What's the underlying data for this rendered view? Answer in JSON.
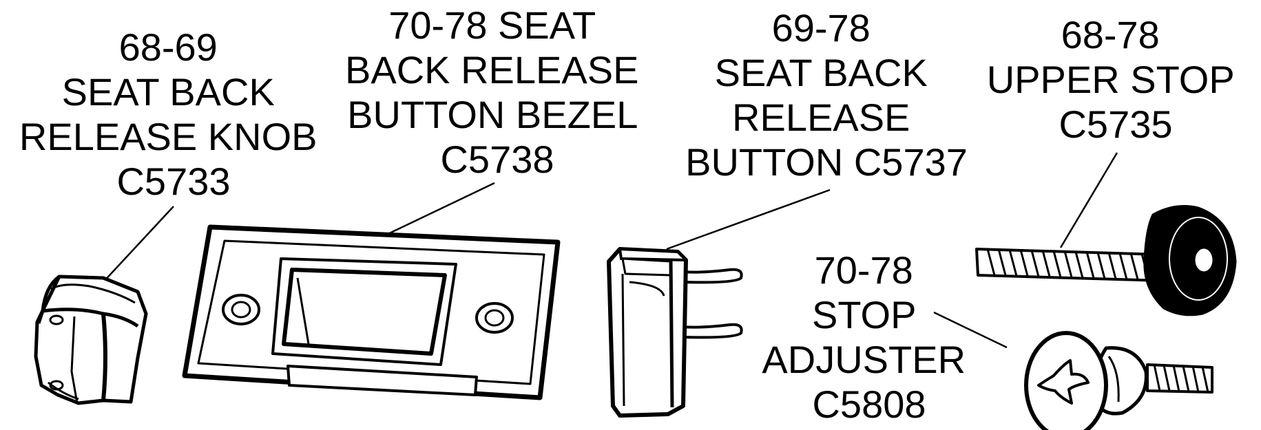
{
  "parts": [
    {
      "id": "knob",
      "lines": [
        "68-69",
        "SEAT BACK",
        "RELEASE KNOB",
        "C5733"
      ]
    },
    {
      "id": "bezel",
      "lines": [
        "70-78 SEAT",
        "BACK RELEASE",
        "BUTTON BEZEL",
        "C5738"
      ]
    },
    {
      "id": "button",
      "lines": [
        "69-78",
        "SEAT BACK",
        "RELEASE",
        "BUTTON C5737"
      ]
    },
    {
      "id": "upper-stop",
      "lines": [
        "68-78",
        "UPPER STOP",
        "C5735"
      ]
    },
    {
      "id": "adjuster",
      "lines": [
        "70-78",
        "STOP",
        "ADJUSTER",
        "C5808"
      ]
    }
  ]
}
